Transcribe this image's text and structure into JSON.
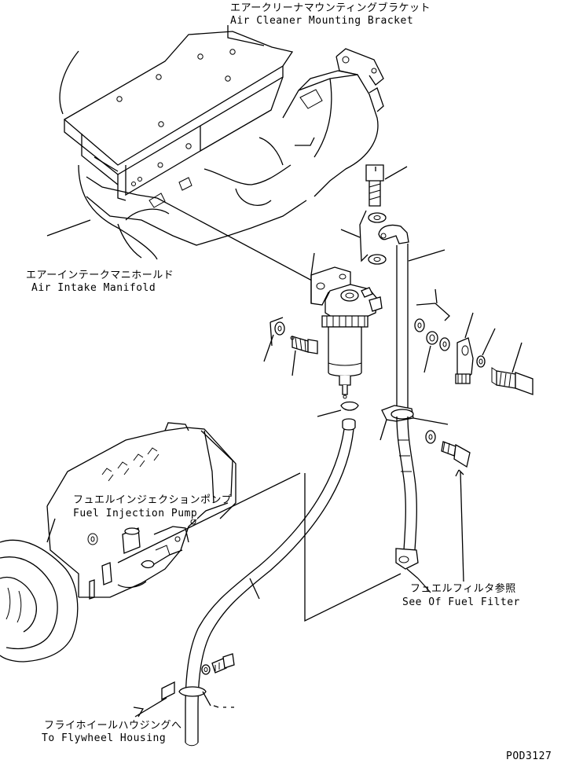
{
  "labels": {
    "air_cleaner_bracket": {
      "jp": "エアークリーナマウンティングブラケット",
      "en": "Air Cleaner Mounting Bracket"
    },
    "air_intake_manifold": {
      "jp": "エアーインテークマニホールド",
      "en": "Air Intake Manifold"
    },
    "fuel_injection_pump": {
      "jp": "フュエルインジェクションポンプ",
      "en": "Fuel Injection Pump"
    },
    "fuel_filter_ref": {
      "jp": "フュエルフィルタ参照",
      "en": "See Of Fuel Filter"
    },
    "flywheel_housing": {
      "jp": "フライホイールハウジングへ",
      "en": "To Flywheel Housing"
    },
    "drawing_code": "POD3127"
  }
}
